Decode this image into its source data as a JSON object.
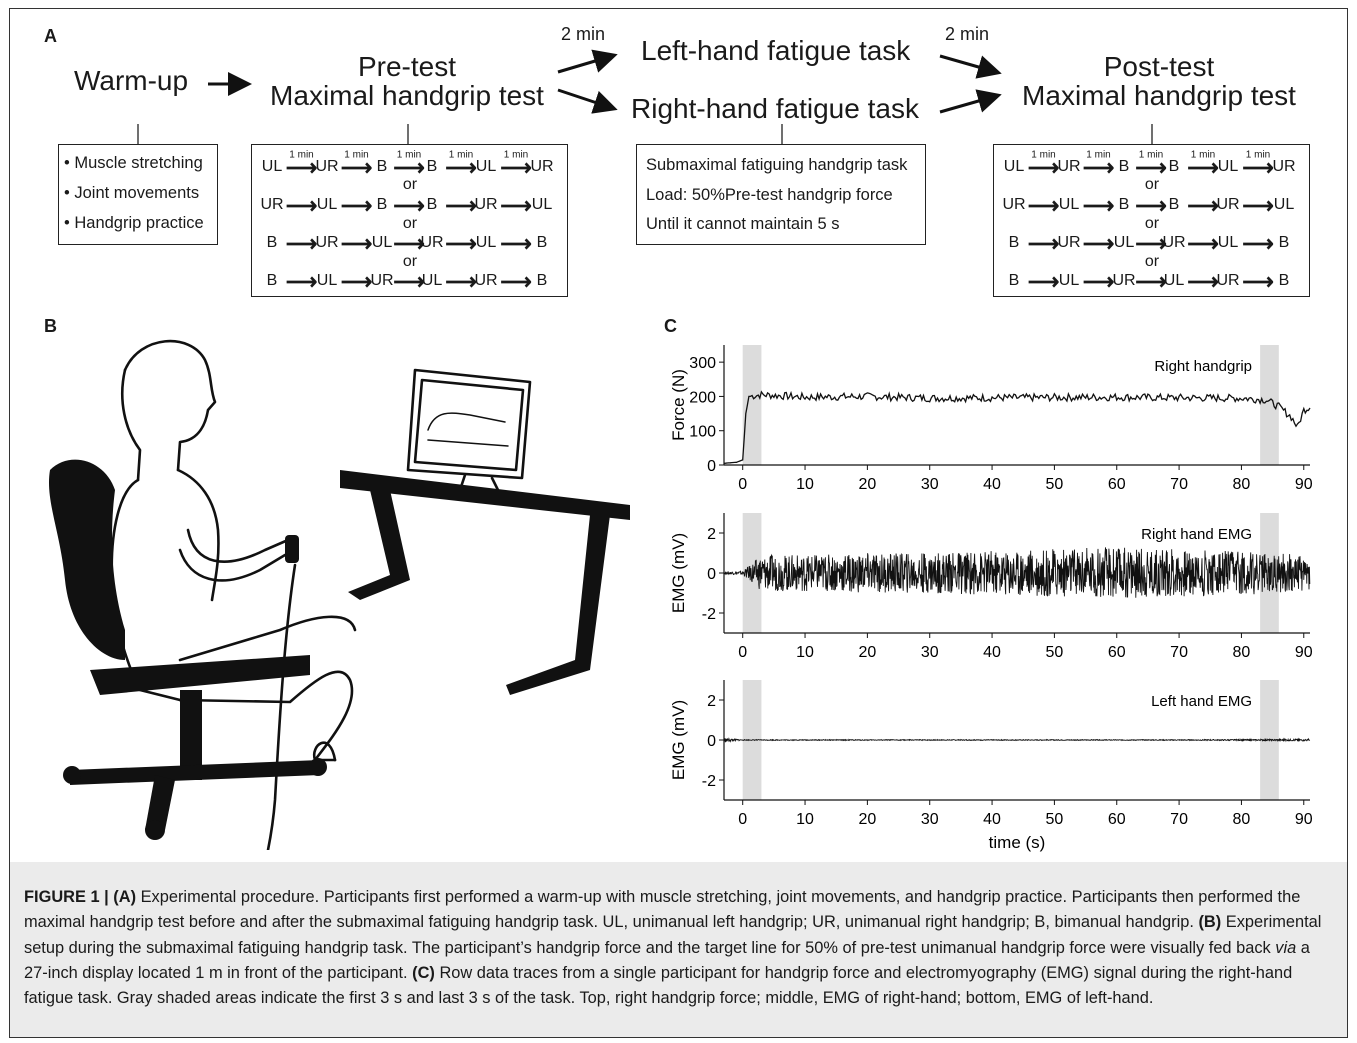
{
  "panel_labels": {
    "a": "A",
    "b": "B",
    "c": "C"
  },
  "procedure": {
    "warmup": "Warm-up",
    "pretest_1": "Pre-test",
    "pretest_2": "Maximal handgrip test",
    "left_task": "Left-hand fatigue task",
    "right_task": "Right-hand fatigue task",
    "posttest_1": "Post-test",
    "posttest_2": "Maximal handgrip test",
    "interval": "2 min",
    "warmup_items": [
      "• Muscle stretching",
      "• Joint movements",
      "• Handgrip practice"
    ],
    "fatigue_items": [
      "Submaximal fatiguing handgrip task",
      "Load: 50%Pre-test handgrip force",
      "Until it cannot maintain 5 s"
    ],
    "rest_label": "1 min",
    "or": "or",
    "orders": [
      [
        "UL",
        "UR",
        "B",
        "B",
        "UL",
        "UR"
      ],
      [
        "UR",
        "UL",
        "B",
        "B",
        "UR",
        "UL"
      ],
      [
        "B",
        "UR",
        "UL",
        "UR",
        "UL",
        "B"
      ],
      [
        "B",
        "UL",
        "UR",
        "UL",
        "UR",
        "B"
      ]
    ]
  },
  "chart_data": [
    {
      "type": "line",
      "title": "Right handgrip",
      "ylabel": "Force (N)",
      "xlabel": "",
      "xlim": [
        -3,
        91
      ],
      "ylim": [
        0,
        350
      ],
      "yticks": [
        0,
        100,
        200,
        300
      ],
      "xticks": [
        0,
        10,
        20,
        30,
        40,
        50,
        60,
        70,
        80,
        90
      ],
      "shaded": [
        [
          0,
          3
        ],
        [
          83,
          86
        ]
      ],
      "series": [
        {
          "x": [
            -3,
            -1,
            0,
            0.5,
            1,
            3,
            10,
            20,
            30,
            40,
            50,
            60,
            70,
            80,
            84,
            86,
            88,
            89,
            90,
            91
          ],
          "y": [
            5,
            8,
            15,
            150,
            200,
            205,
            198,
            200,
            195,
            196,
            197,
            198,
            196,
            195,
            190,
            170,
            140,
            110,
            160,
            170
          ]
        }
      ]
    },
    {
      "type": "line",
      "title": "Right hand EMG",
      "ylabel": "EMG (mV)",
      "xlabel": "",
      "xlim": [
        -3,
        91
      ],
      "ylim": [
        -3,
        3
      ],
      "yticks": [
        -2,
        0,
        2
      ],
      "xticks": [
        0,
        10,
        20,
        30,
        40,
        50,
        60,
        70,
        80,
        90
      ],
      "shaded": [
        [
          0,
          3
        ],
        [
          83,
          86
        ]
      ],
      "series": [
        {
          "x": [
            -3,
            0,
            3,
            10,
            20,
            30,
            40,
            50,
            60,
            70,
            80,
            90
          ],
          "y": [
            0.05,
            0.1,
            0.9,
            0.9,
            1.0,
            1.0,
            1.1,
            1.2,
            1.3,
            1.2,
            1.1,
            0.9
          ]
        }
      ]
    },
    {
      "type": "line",
      "title": "Left hand EMG",
      "ylabel": "EMG (mV)",
      "xlabel": "time (s)",
      "xlim": [
        -3,
        91
      ],
      "ylim": [
        -3,
        3
      ],
      "yticks": [
        -2,
        0,
        2
      ],
      "xticks": [
        0,
        10,
        20,
        30,
        40,
        50,
        60,
        70,
        80,
        90
      ],
      "shaded": [
        [
          0,
          3
        ],
        [
          83,
          86
        ]
      ],
      "series": [
        {
          "x": [
            -3,
            0,
            10,
            20,
            30,
            40,
            50,
            60,
            70,
            80,
            90
          ],
          "y": [
            0.1,
            0.02,
            0.02,
            0.02,
            0.02,
            0.02,
            0.02,
            0.02,
            0.02,
            0.03,
            0.05
          ]
        }
      ]
    }
  ],
  "caption": {
    "fig": "FIGURE 1 | ",
    "a_tag": "(A)",
    "a_text": " Experimental procedure. Participants first performed a warm-up with muscle stretching, joint movements, and handgrip practice. Participants then performed the maximal handgrip test before and after the submaximal fatiguing handgrip task. UL, unimanual left handgrip; UR, unimanual right handgrip; B, bimanual handgrip. ",
    "b_tag": "(B)",
    "b_text1": " Experimental setup during the submaximal fatiguing handgrip task. The participant’s handgrip force and the target line for 50% of pre-test unimanual handgrip force were visually fed back ",
    "b_via": "via",
    "b_text2": " a 27-inch display located 1 m in front of the participant. ",
    "c_tag": "(C)",
    "c_text": " Row data traces from a single participant for handgrip force and electromyography (EMG) signal during the right-hand fatigue task. Gray shaded areas indicate the first 3 s and last 3 s of the task. Top, right handgrip force; middle, EMG of right-hand; bottom, EMG of left-hand."
  }
}
